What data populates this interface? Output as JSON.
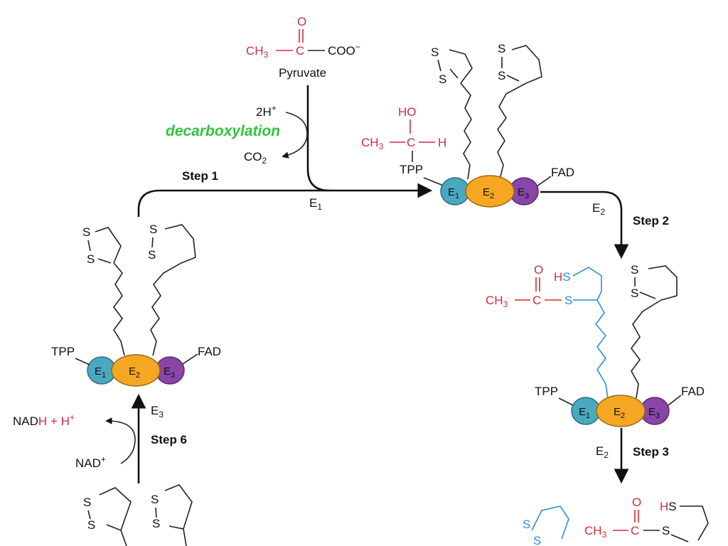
{
  "colors": {
    "e1": "#4aa8c0",
    "e2": "#f5a623",
    "e3": "#8a45a8",
    "reactant_red": "#d42a3a",
    "acyl_blue": "#2a8fd4",
    "decarb_green": "#2fc43a"
  },
  "pyruvate": {
    "o": "O",
    "ch3": "CH",
    "ch3_sub": "3",
    "c": "C",
    "coo": "COO",
    "coo_sup": "−",
    "name": "Pyruvate"
  },
  "step1": {
    "h_in": "2H",
    "h_in_sup": "+",
    "decarb": "decarboxylation",
    "co2": "CO",
    "co2_sub": "2",
    "label": "Step 1",
    "enzyme": "E",
    "enzyme_sub": "1"
  },
  "hydroxyethyl": {
    "ho": "HO",
    "ch3": "CH",
    "ch3_sub": "3",
    "c": "C",
    "h": "H"
  },
  "cofactors": {
    "tpp": "TPP",
    "fad": "FAD"
  },
  "enzymes": {
    "e1": "E",
    "e1_sub": "1",
    "e2": "E",
    "e2_sub": "2",
    "e3": "E",
    "e3_sub": "3"
  },
  "lipoyl": {
    "s": "S",
    "hs": "HS",
    "h": "H"
  },
  "step2": {
    "label": "Step 2",
    "enzyme": "E",
    "enzyme_sub": "2"
  },
  "acetyl": {
    "o": "O",
    "ch3": "CH",
    "ch3_sub": "3",
    "c": "C",
    "s": "S"
  },
  "step3": {
    "label": "Step 3",
    "enzyme": "E",
    "enzyme_sub": "2"
  },
  "step6": {
    "label": "Step 6",
    "enzyme": "E",
    "enzyme_sub": "3",
    "nadh": "NAD",
    "nadh_h": "H",
    "plus": " + ",
    "proton": "H",
    "proton_sup": "+",
    "nad": "NAD",
    "nad_sup": "+"
  }
}
